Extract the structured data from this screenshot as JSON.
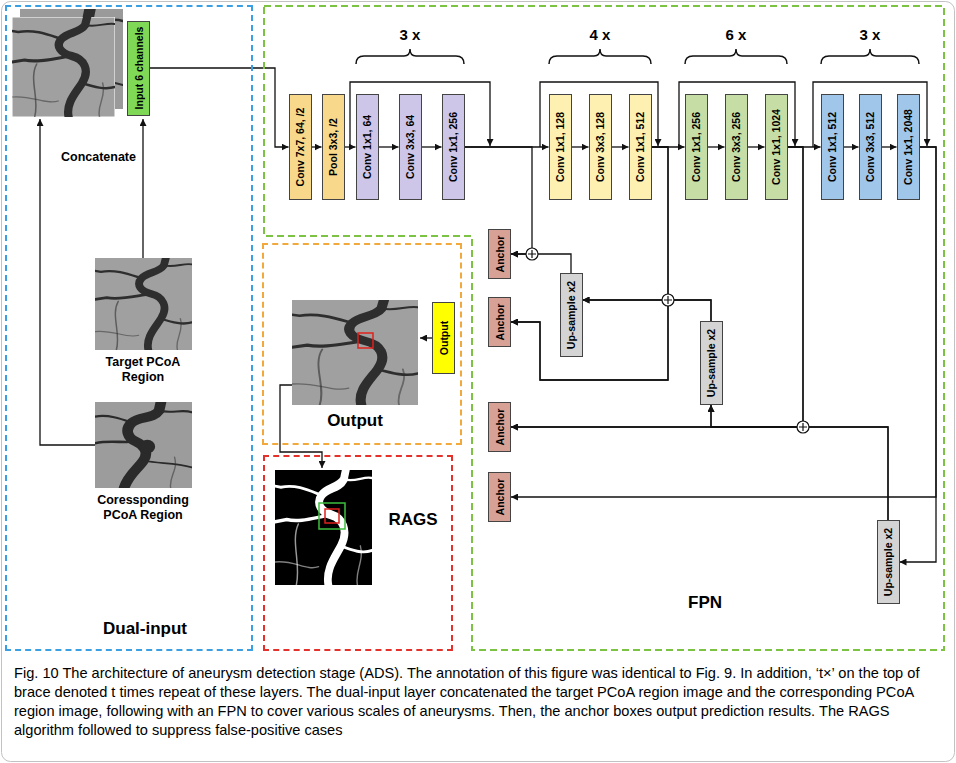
{
  "diagram": {
    "caption": "Fig. 10 The architecture of aneurysm detection stage (ADS). The annotation of this figure was identical to Fig. 9. In addition, ‘t×’ on the top of brace denoted t times repeat of these layers. The dual-input layer concatenated the target PCoA region image and the corresponding PCoA region image, following with an FPN to cover various scales of aneurysms. Then, the anchor boxes output prediction results. The RAGS algorithm followed to suppress false-positive cases",
    "nodes": [
      {
        "text": [
          "Dual-input"
        ]
      },
      {
        "text": [
          "Input 6 channels"
        ],
        "in": 0
      },
      {
        "text": [
          "Target PCoA Region"
        ],
        "in": 0
      },
      {
        "text": [
          "Coressponding PCoA Region"
        ],
        "in": 0
      },
      {
        "text": [
          "FPN"
        ]
      },
      {
        "text": [
          "Conv 7x7, 64, /2"
        ],
        "in": 4
      },
      {
        "text": [
          "Pool 3x3, /2"
        ],
        "in": 4
      },
      {
        "text": [
          "Conv 1x1, 64"
        ],
        "in": 4
      },
      {
        "text": [
          "Conv 3x3, 64"
        ],
        "in": 4
      },
      {
        "text": [
          "Conv 1x1, 256"
        ],
        "in": 4
      },
      {
        "text": [
          "Conv 1x1, 128"
        ],
        "in": 4
      },
      {
        "text": [
          "Conv 3x3, 128"
        ],
        "in": 4
      },
      {
        "text": [
          "Conv 1x1, 512"
        ],
        "in": 4
      },
      {
        "text": [
          "Conv 1x1, 256"
        ],
        "in": 4
      },
      {
        "text": [
          "Conv 3x3, 256"
        ],
        "in": 4
      },
      {
        "text": [
          "Conv 1x1, 1024"
        ],
        "in": 4
      },
      {
        "text": [
          "Conv 1x1, 512"
        ],
        "in": 4
      },
      {
        "text": [
          "Conv 3x3, 512"
        ],
        "in": 4
      },
      {
        "text": [
          "Conv 1x1, 2048"
        ],
        "in": 4
      },
      {
        "text": [
          "Anchor"
        ],
        "in": 4
      },
      {
        "text": [
          "Anchor"
        ],
        "in": 4
      },
      {
        "text": [
          "Anchor"
        ],
        "in": 4
      },
      {
        "text": [
          "Anchor"
        ],
        "in": 4
      },
      {
        "text": [
          "Up-sample x2"
        ],
        "in": 4
      },
      {
        "text": [
          "Up-sample x2"
        ],
        "in": 4
      },
      {
        "text": [
          "Up-sample x2"
        ],
        "in": 4
      },
      {
        "text": [
          "Output"
        ]
      },
      {
        "text": [
          "Output"
        ],
        "in": 26
      },
      {
        "text": [
          "RAGS"
        ]
      }
    ],
    "edges": [
      {
        "from": 1,
        "to": 5,
        "arrow": "to"
      },
      {
        "from": 5,
        "to": 6,
        "arrow": "to"
      },
      {
        "from": 6,
        "to": 7,
        "arrow": "to"
      },
      {
        "from": 7,
        "to": 8,
        "arrow": "to"
      },
      {
        "from": 8,
        "to": 9,
        "arrow": "to"
      },
      {
        "from": 9,
        "to": 10,
        "arrow": "to"
      },
      {
        "from": 10,
        "to": 11,
        "arrow": "to"
      },
      {
        "from": 11,
        "to": 12,
        "arrow": "to"
      },
      {
        "from": 12,
        "to": 13,
        "arrow": "to"
      },
      {
        "from": 13,
        "to": 14,
        "arrow": "to"
      },
      {
        "from": 14,
        "to": 15,
        "arrow": "to"
      },
      {
        "from": 15,
        "to": 16,
        "arrow": "to"
      },
      {
        "from": 16,
        "to": 17,
        "arrow": "to"
      },
      {
        "from": 17,
        "to": 18,
        "arrow": "to"
      },
      {
        "from": 9,
        "to": 19,
        "arrow": "to"
      },
      {
        "from": 23,
        "to": 19,
        "arrow": "to"
      },
      {
        "from": 12,
        "to": 20,
        "arrow": "to"
      },
      {
        "from": 12,
        "to": 23,
        "arrow": "to"
      },
      {
        "from": 24,
        "to": 20,
        "arrow": "to"
      },
      {
        "from": 24,
        "to": 23,
        "arrow": "to"
      },
      {
        "from": 15,
        "to": 21,
        "arrow": "to"
      },
      {
        "from": 15,
        "to": 24,
        "arrow": "to"
      },
      {
        "from": 25,
        "to": 21,
        "arrow": "to"
      },
      {
        "from": 25,
        "to": 24,
        "arrow": "to"
      },
      {
        "from": 18,
        "to": 22,
        "arrow": "to"
      },
      {
        "from": 18,
        "to": 25,
        "arrow": "to"
      }
    ],
    "labels": [
      "Concatenate",
      "3 x",
      "4 x",
      "6 x",
      "3 x"
    ]
  }
}
